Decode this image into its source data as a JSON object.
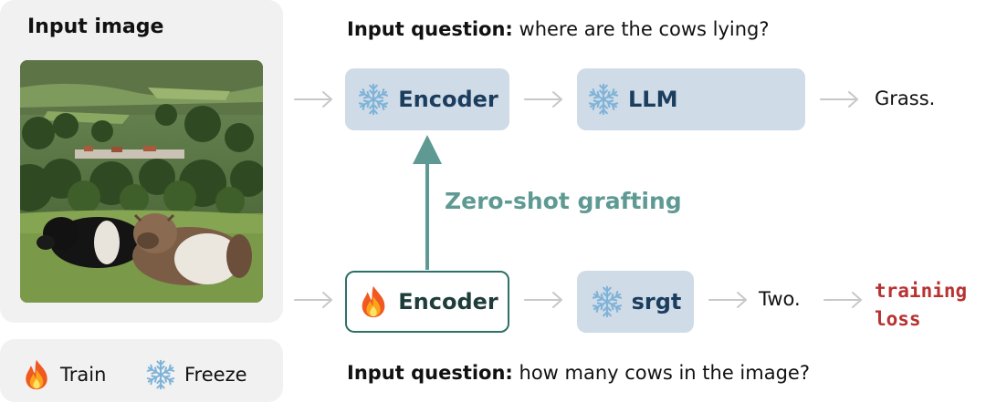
{
  "input_panel": {
    "title": "Input image",
    "image": "photo of two belted cows lying on grass in a hilly countryside"
  },
  "legend": {
    "train_icon": "fire-icon",
    "train_label": "Train",
    "freeze_icon": "snowflake-icon",
    "freeze_label": "Freeze"
  },
  "top_row": {
    "question_prefix": "Input question:",
    "question_text": " where are the cows lying?",
    "encoder_label": "Encoder",
    "llm_label": "LLM",
    "output": "Grass."
  },
  "graft": {
    "label": "Zero-shot grafting"
  },
  "bottom_row": {
    "encoder_label": "Encoder",
    "surrogate_label": "srgt",
    "output": "Two.",
    "loss_line1": "training",
    "loss_line2": "loss",
    "question_prefix": "Input question:",
    "question_text": " how many cows in the image?"
  },
  "colors": {
    "frozen_box": "#cfdbe7",
    "frozen_text": "#1b3d5e",
    "trained_border": "#2e7068",
    "graft_arrow": "#5e9a93",
    "loss_text": "#b83232",
    "panel_bg": "#f1f1f1"
  }
}
